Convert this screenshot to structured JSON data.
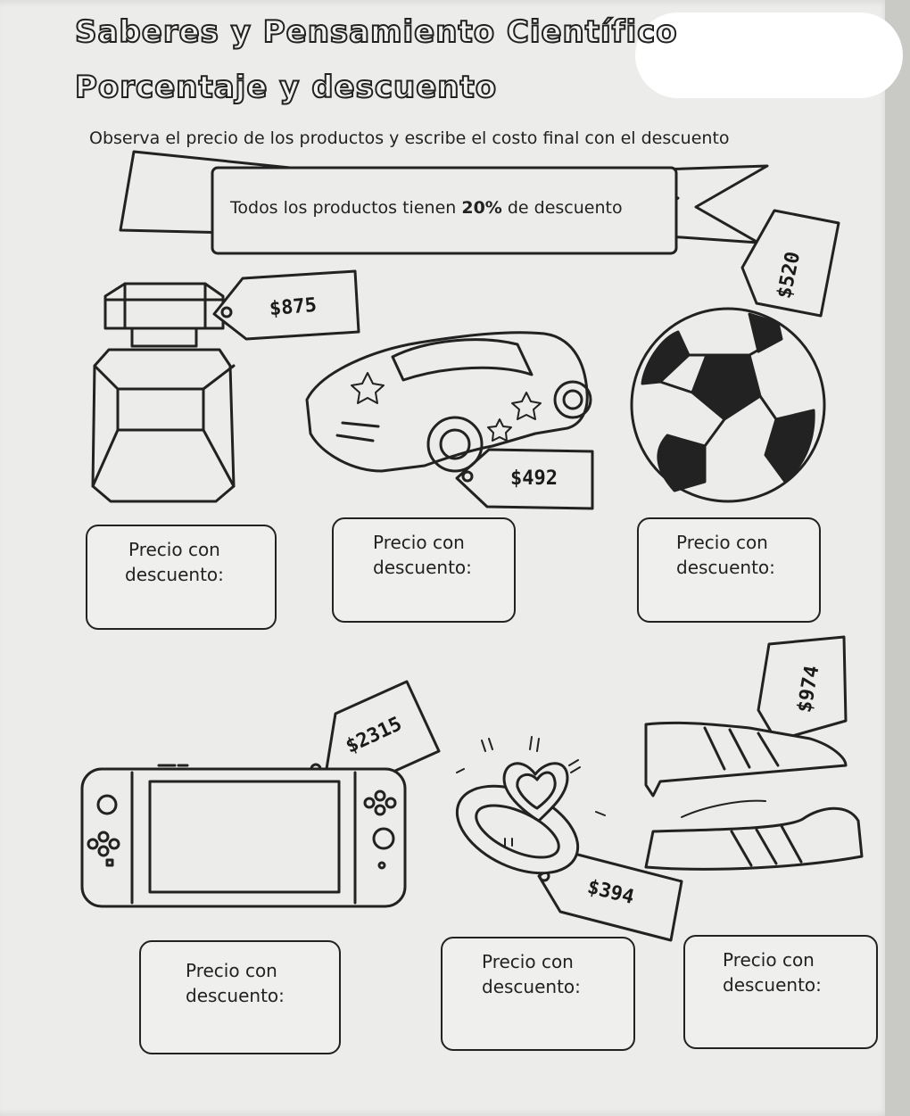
{
  "header": {
    "title": "Saberes y Pensamiento Científico",
    "subtitle": "Porcentaje y descuento",
    "instruction": "Observa el precio de los productos y escribe el costo final con el descuento"
  },
  "banner": {
    "text_before": "Todos los productos tienen ",
    "discount": "20%",
    "text_after": " de descuento"
  },
  "products": [
    {
      "name": "perfume-icon",
      "price": "$875"
    },
    {
      "name": "car-icon",
      "price": "$492"
    },
    {
      "name": "soccer-ball-icon",
      "price": "$520"
    },
    {
      "name": "game-console-icon",
      "price": "$2315"
    },
    {
      "name": "ring-icon",
      "price": "$394"
    },
    {
      "name": "sneakers-icon",
      "price": "$974"
    }
  ],
  "answer_label_line1": "Precio con",
  "answer_label_line2": "descuento:",
  "colors": {
    "ink": "#222222",
    "paper": "#ececea",
    "background": "#d9d9d7"
  }
}
